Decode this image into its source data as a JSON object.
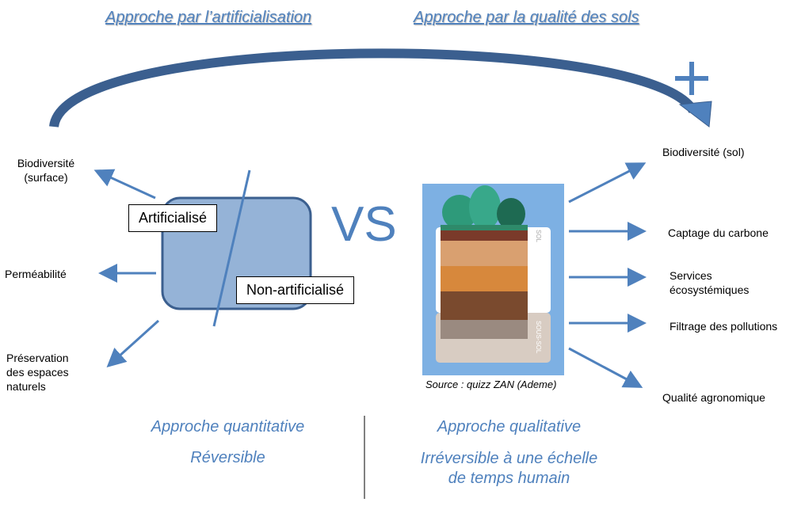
{
  "headings": {
    "left": "Approche par l’artificialisation",
    "right": "Approche par la qualité des sols"
  },
  "plus_sign": "+",
  "vs": "VS",
  "left_box": {
    "artificial": "Artificialisé",
    "non_artificial": "Non-artificialisé"
  },
  "left_labels": [
    "Biodiversité\n(surface)",
    "Perméabilité",
    "Préservation\ndes espaces\nnaturels"
  ],
  "right_labels": [
    "Biodiversité (sol)",
    "Captage du carbone",
    "Services\nécosystémiques",
    "Filtrage des pollutions",
    "Qualité agronomique"
  ],
  "soil_image": {
    "top_label": "SOL",
    "bottom_label": "SOUS-SOL",
    "caption": "Source : quizz ZAN (Ademe)"
  },
  "bottom": {
    "left": [
      "Approche quantitative",
      "Réversible"
    ],
    "right": [
      "Approche qualitative",
      "Irréversible à une échelle\nde temps humain"
    ]
  },
  "colors": {
    "accent": "#4f81bd",
    "dark": "#3b5f8f",
    "box_fill": "#95b3d7"
  }
}
